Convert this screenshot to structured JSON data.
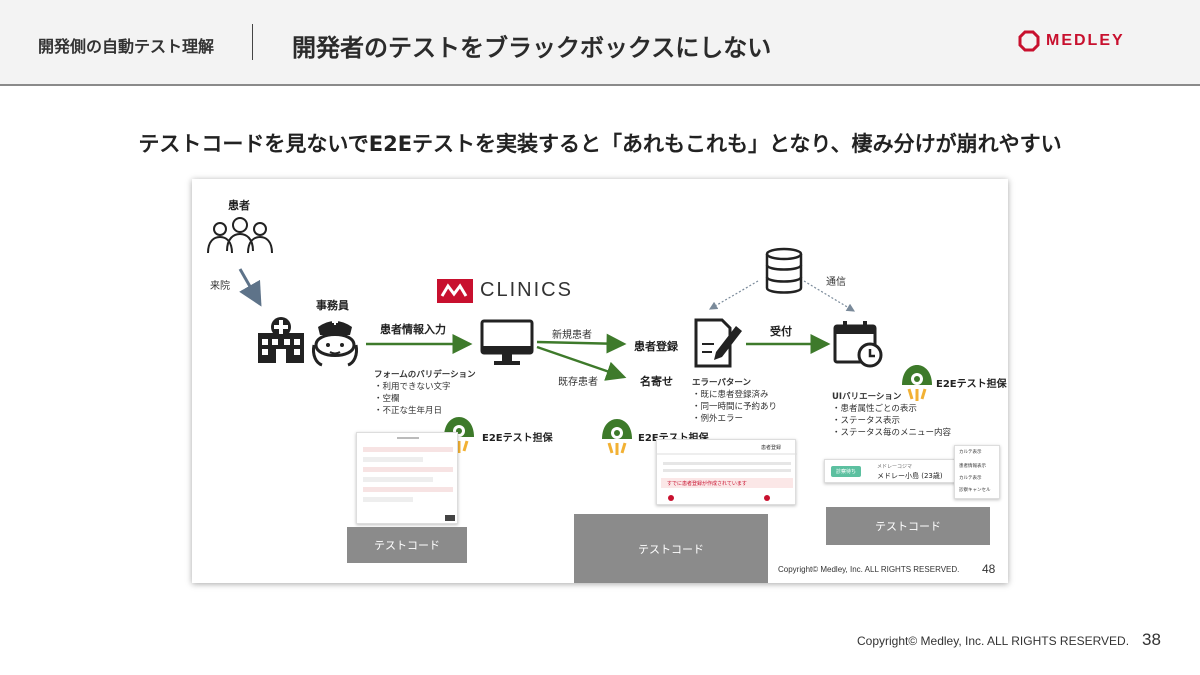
{
  "header": {
    "section_label": "開発側の自動テスト理解",
    "title": "開発者のテストをブラックボックスにしない",
    "logo_text": "MEDLEY"
  },
  "subtitle": "テストコードを見ないでE2Eテストを実装すると「あれもこれも」となり、棲み分けが崩れやすい",
  "diagram": {
    "patient_label": "患者",
    "visit_label": "来院",
    "clerk_label": "事務員",
    "clinics_text": "CLINICS",
    "input_label": "患者情報入力",
    "new_patient_label": "新規患者",
    "existing_patient_label": "既存患者",
    "register_label": "患者登録",
    "match_label": "名寄せ",
    "reception_label": "受付",
    "comm_label": "通信",
    "validation": {
      "title": "フォームのバリデーション",
      "items": [
        "・利用できない文字",
        "・空欄",
        "・不正な生年月日"
      ]
    },
    "error_pattern": {
      "title": "エラーパターン",
      "items": [
        "・既に患者登録済み",
        "・同一時間に予約あり",
        "・例外エラー"
      ]
    },
    "ui_variation": {
      "title": "UIバリエーション",
      "items": [
        "・患者属性ごとの表示",
        "・ステータス表示",
        "・ステータス毎のメニュー内容"
      ]
    },
    "e2e_label": "E2Eテスト担保",
    "test_code_label": "テストコード",
    "thumb_register_title": "患者登録",
    "thumb_notice": "すでに患者登録が作成されています",
    "thumb_patient_name": "メドレー小島 (23歳)",
    "thumb_patient_kana": "メドレーコジマ",
    "thumb_status": "診察待ち",
    "thumb_menu": [
      "カルテ表示",
      "患者情報表示",
      "カルテ表示",
      "診察キャンセル"
    ],
    "frame_copyright": "Copyright© Medley, Inc. ALL RIGHTS RESERVED.",
    "frame_page": "48"
  },
  "footer": {
    "copyright": "Copyright© Medley, Inc. ALL RIGHTS RESERVED.",
    "page": "38"
  },
  "colors": {
    "brand": "#c8102e",
    "arrow_green": "#3e7a2b",
    "arrow_blue": "#5e7389",
    "test_box": "#8b8b8b"
  }
}
